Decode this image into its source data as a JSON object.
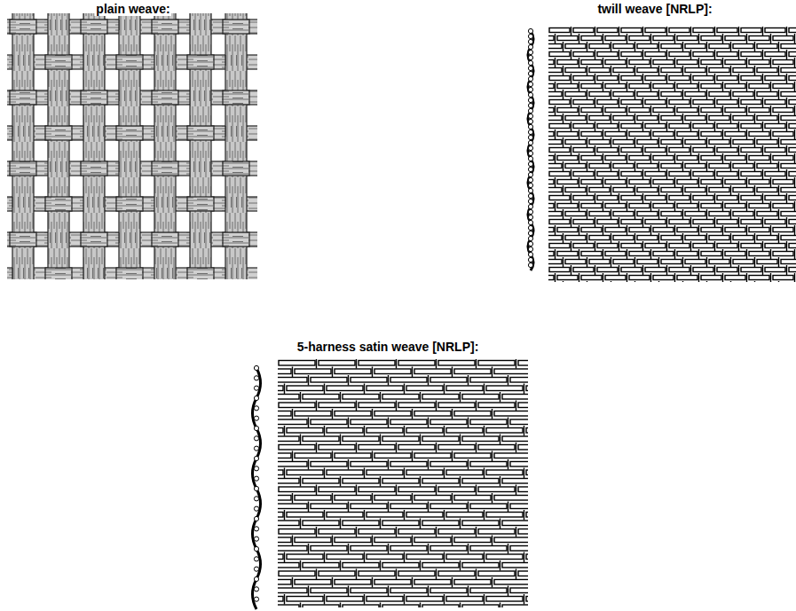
{
  "diagram": {
    "labels": [
      "plain weave:",
      "twill weave [NRLP]:",
      "5-harness satin weave [NRLP]:"
    ]
  }
}
